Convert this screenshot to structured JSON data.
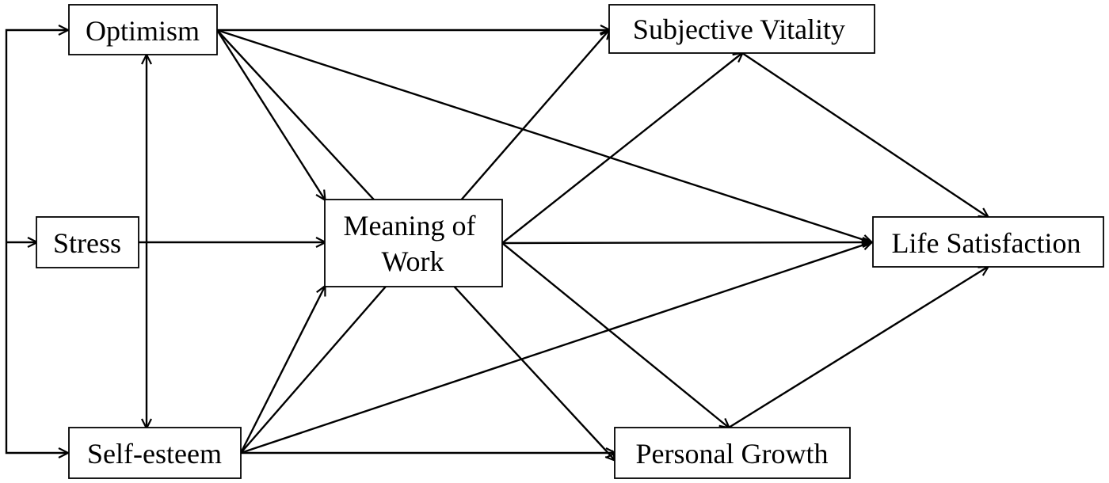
{
  "nodes": {
    "optimism": "Optimism",
    "stress": "Stress",
    "self_esteem": "Self-esteem",
    "meaning_of_work_line1": "Meaning of",
    "meaning_of_work_line2": "Work",
    "subjective_vitality": "Subjective Vitality",
    "personal_growth": "Personal Growth",
    "life_satisfaction": "Life Satisfaction"
  },
  "colors": {
    "line": "#000000",
    "box_fill": "#ffffff",
    "background": "#ffffff"
  }
}
